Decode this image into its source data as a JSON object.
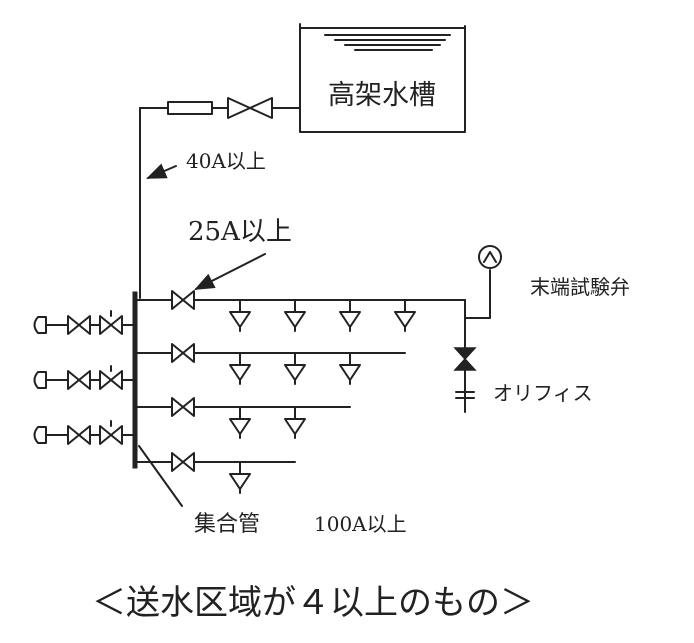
{
  "tank": {
    "label": "高架水槽"
  },
  "labels": {
    "pipe_40a": "40A以上",
    "branch_25a": "25A以上",
    "test_valve": "末端試験弁",
    "orifice": "オリフィス",
    "header": "集合管",
    "header_size": "100A以上"
  },
  "caption": "＜送水区域が４以上のもの＞",
  "branches": [
    {
      "heads": 4
    },
    {
      "heads": 3
    },
    {
      "heads": 2
    },
    {
      "heads": 1
    }
  ],
  "inlets": 3
}
